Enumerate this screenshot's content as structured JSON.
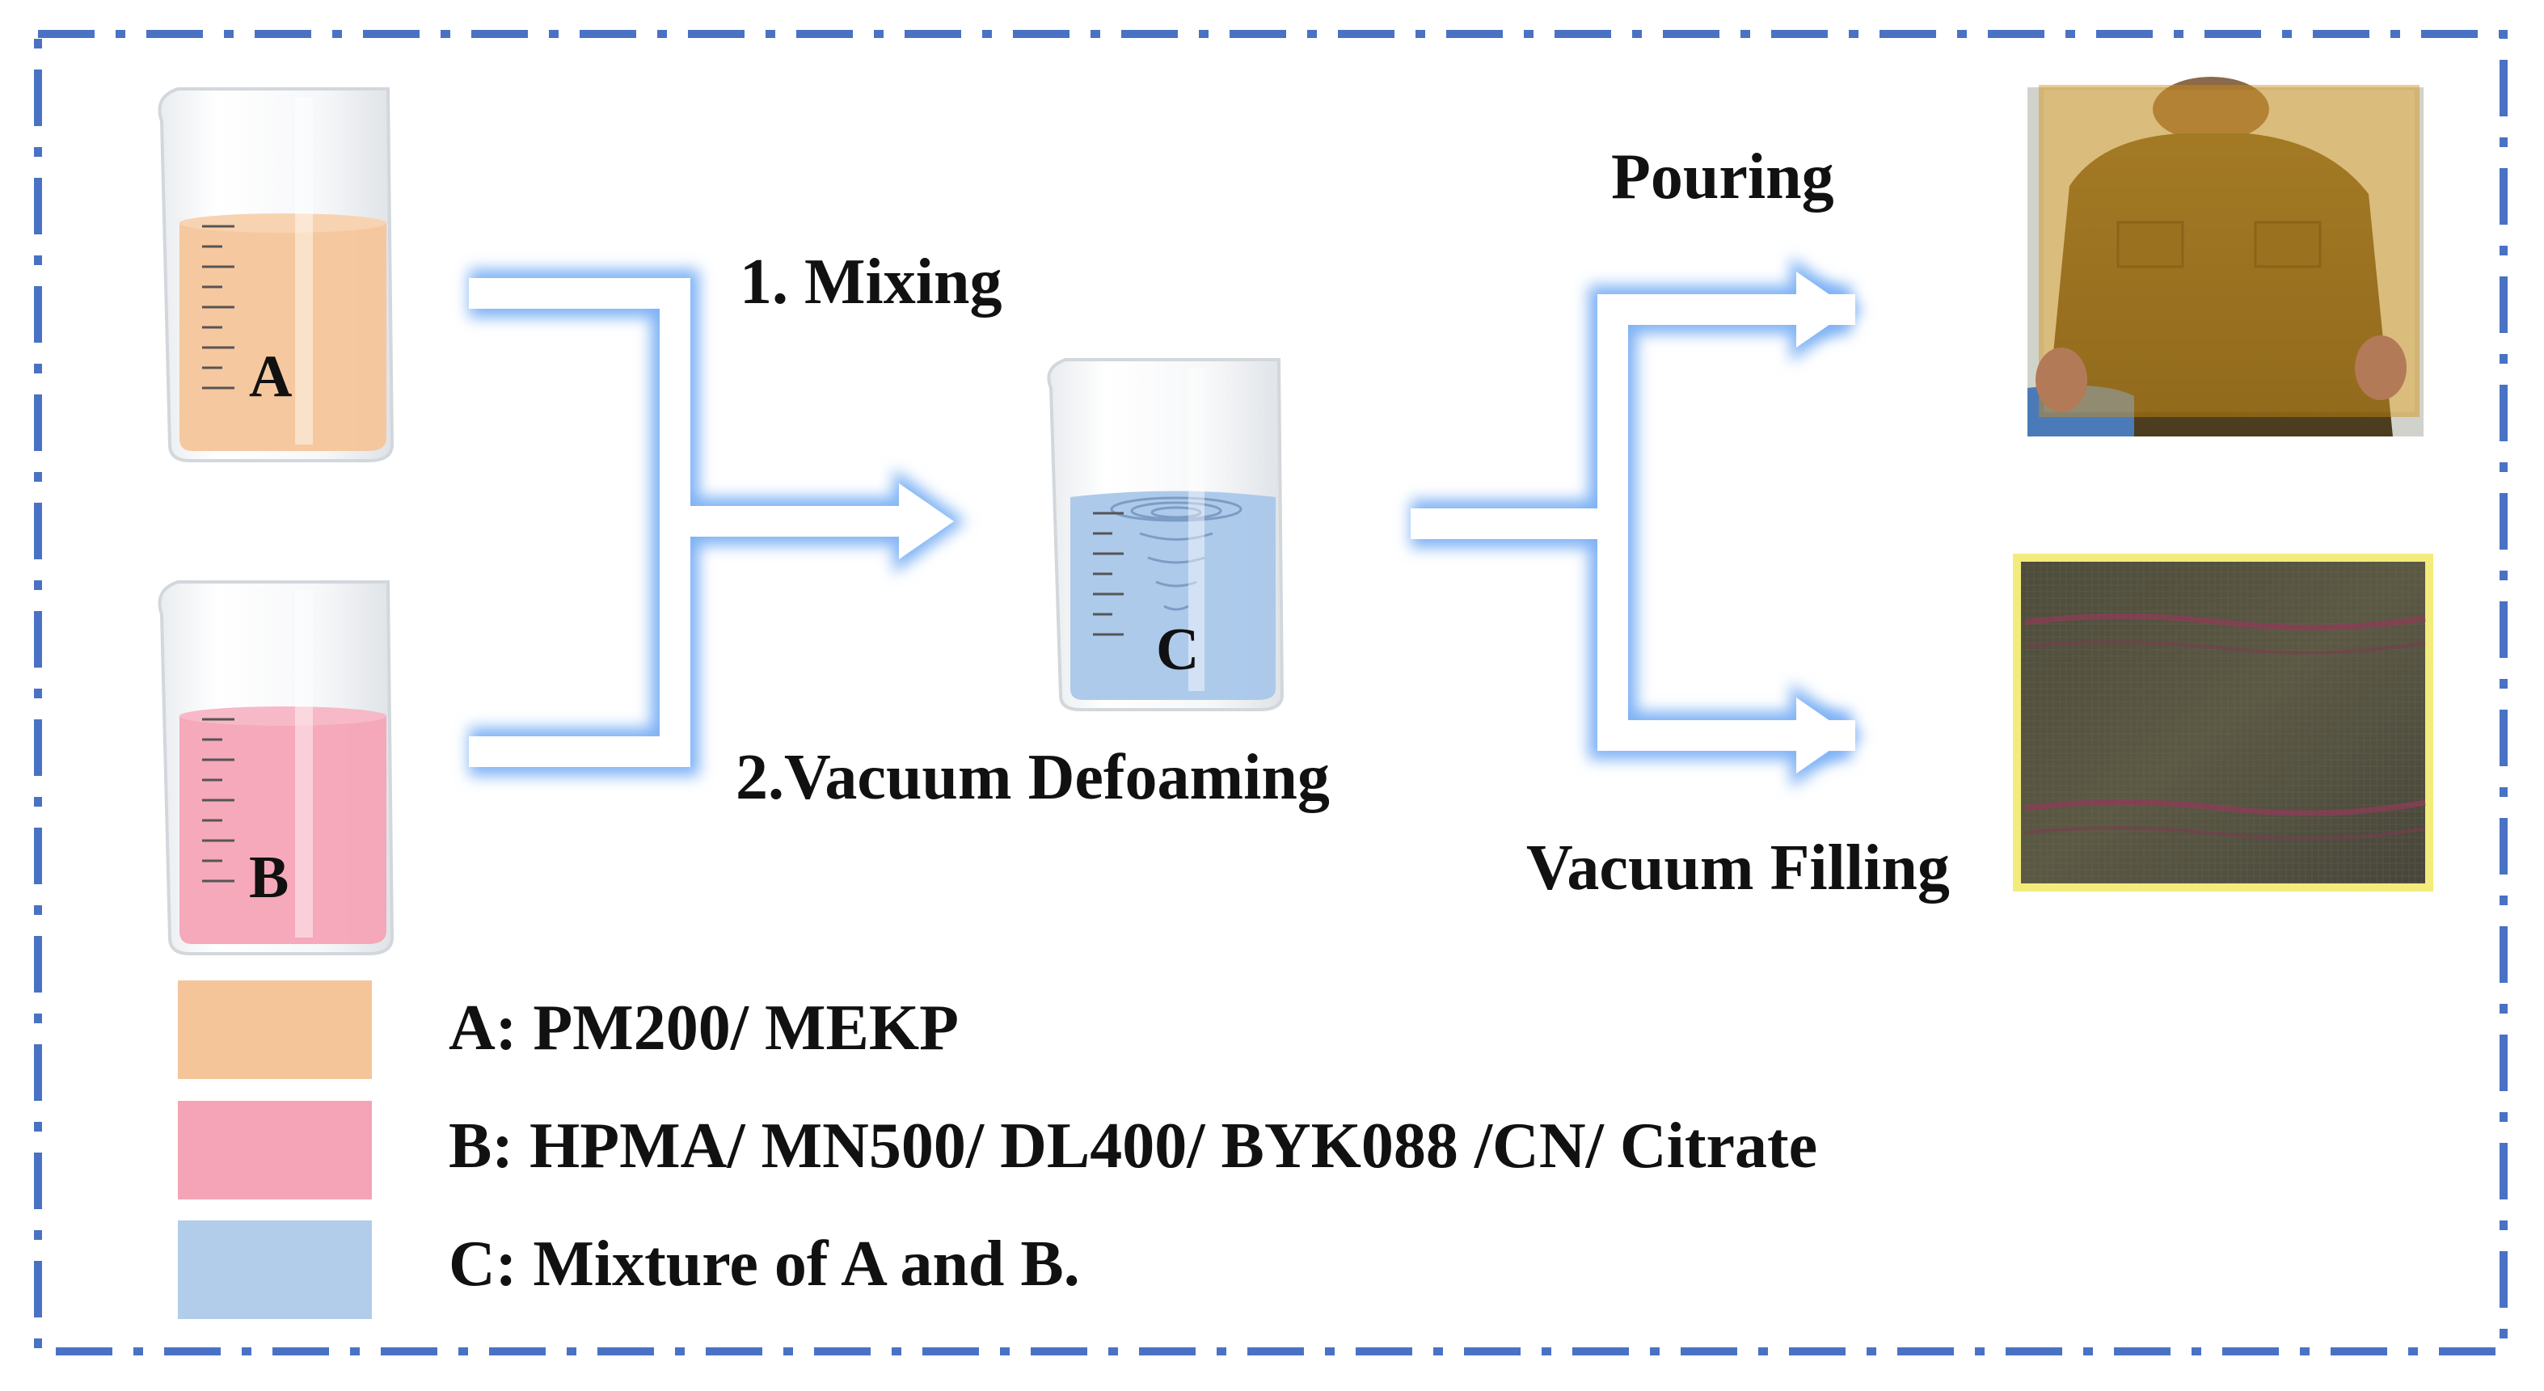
{
  "beakers": {
    "a": {
      "letter": "A",
      "liquid_color": "#f5c59a"
    },
    "b": {
      "letter": "B",
      "liquid_color": "#f4a4b6"
    },
    "c": {
      "letter": "C",
      "liquid_color": "#a9c7ea"
    }
  },
  "steps": {
    "mixing": "1. Mixing",
    "defoaming": "2.Vacuum Defoaming",
    "pouring": "Pouring",
    "vacuum_filling": "Vacuum Filling"
  },
  "legend": [
    {
      "text": "A: PM200/ MEKP",
      "color": "#f5c59a"
    },
    {
      "text": "B: HPMA/ MN500/ DL400/ BYK088 /CN/ Citrate",
      "color": "#f4a4b6"
    },
    {
      "text": "C: Mixture of A and B.",
      "color": "#b2cdea"
    }
  ],
  "colors": {
    "frame_border": "#4a72c4",
    "arrow_glow": "#7fb2f5",
    "arrow_fill": "#ffffff"
  }
}
